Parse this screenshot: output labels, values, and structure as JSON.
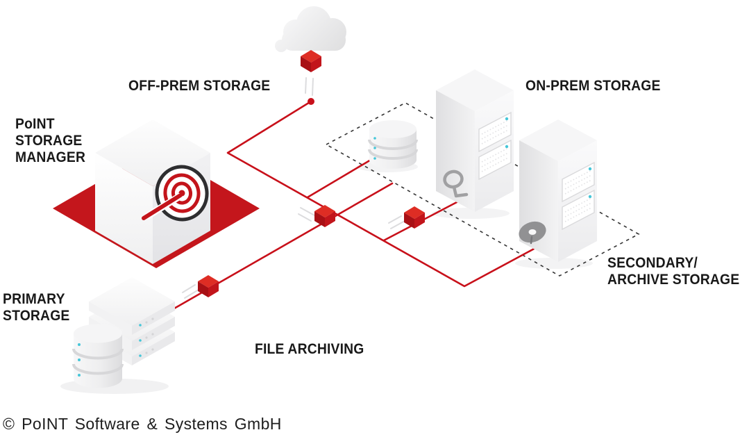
{
  "labels": {
    "off_prem": "OFF-PREM STORAGE",
    "on_prem": "ON-PREM STORAGE",
    "manager_line1": "PoINT",
    "manager_line2": "STORAGE",
    "manager_line3": "MANAGER",
    "primary_line1": "PRIMARY",
    "primary_line2": "STORAGE",
    "secondary_line1": "SECONDARY/",
    "secondary_line2": "ARCHIVE STORAGE",
    "file_archiving": "FILE ARCHIVING"
  },
  "footer": {
    "copyright": "© PoINT Software & Systems GmbH"
  },
  "colors": {
    "accent_red": "#c8101a",
    "platform_red": "#c4161c",
    "cube_top": "#de2d24",
    "cube_left": "#a81015",
    "cube_right": "#c2151b",
    "target_red": "#c3141b",
    "target_ring_dark": "#2e2e30",
    "dashed_line": "#333333",
    "led_cyan": "#45c6d8",
    "label_text": "#191919"
  },
  "icons": [
    "cloud-icon",
    "connector-cube-icon",
    "target-icon",
    "database-cylinder-icon",
    "server-tower-icon",
    "tape-loop-icon",
    "optical-disc-icon",
    "storage-stack-icon"
  ]
}
